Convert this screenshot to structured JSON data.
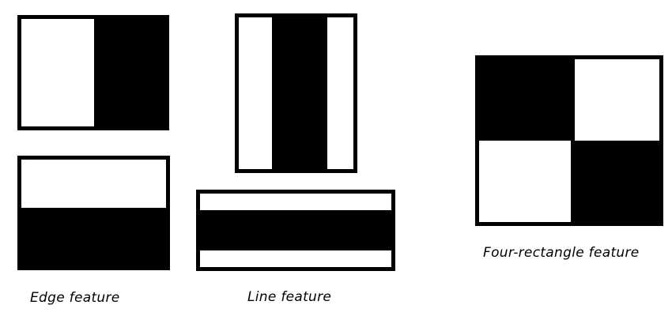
{
  "captions": {
    "edge": "Edge feature",
    "line": "Line feature",
    "four_rectangle": "Four-rectangle feature"
  },
  "colors": {
    "dark_region": "#000000",
    "light_region": "#ffffff",
    "border": "#000000"
  }
}
